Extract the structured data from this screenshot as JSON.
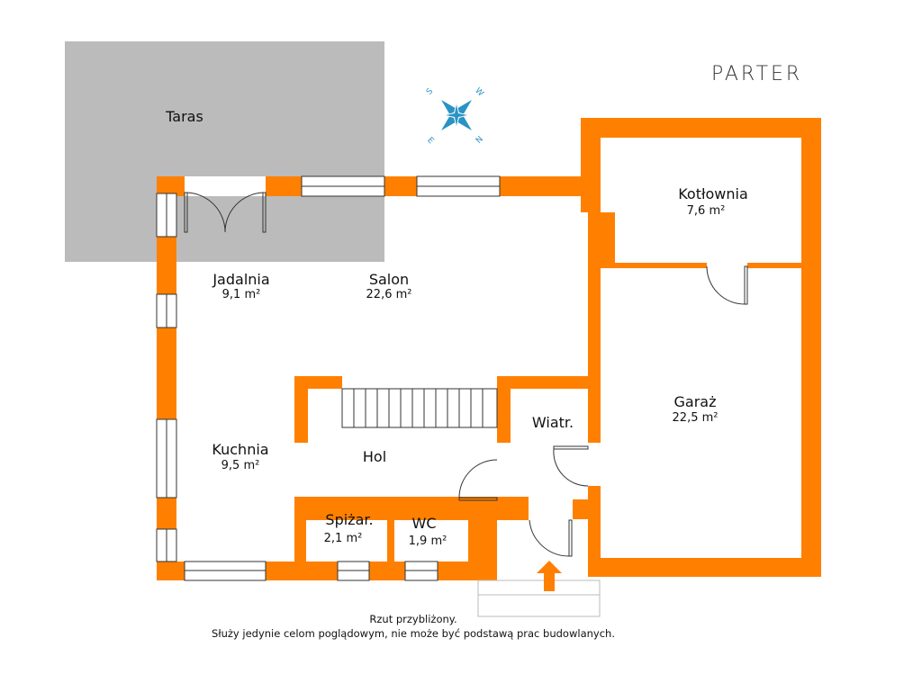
{
  "title": "PARTER",
  "colors": {
    "wall": "#ff8000",
    "terrace": "#bbbbbb",
    "compass": "#2a93c4"
  },
  "compass": {
    "labels": [
      "S",
      "W",
      "E",
      "N"
    ]
  },
  "rooms": [
    {
      "id": "taras",
      "name": "Taras",
      "area": null
    },
    {
      "id": "jadalnia",
      "name": "Jadalnia",
      "area": "9,1 m²"
    },
    {
      "id": "salon",
      "name": "Salon",
      "area": "22,6 m²"
    },
    {
      "id": "kotlownia",
      "name": "Kotłownia",
      "area": "7,6 m²"
    },
    {
      "id": "garaz",
      "name": "Garaż",
      "area": "22,5 m²"
    },
    {
      "id": "kuchnia",
      "name": "Kuchnia",
      "area": "9,5 m²"
    },
    {
      "id": "hol",
      "name": "Hol",
      "area": null
    },
    {
      "id": "wiatr",
      "name": "Wiatr.",
      "area": null
    },
    {
      "id": "spizar",
      "name": "Spiżar.",
      "area": "2,1 m²"
    },
    {
      "id": "wc",
      "name": "WC",
      "area": "1,9 m²"
    }
  ],
  "note": {
    "line1": "Rzut przybliżony.",
    "line2": "Służy jedynie celom poglądowym, nie może być podstawą prac budowlanych."
  }
}
